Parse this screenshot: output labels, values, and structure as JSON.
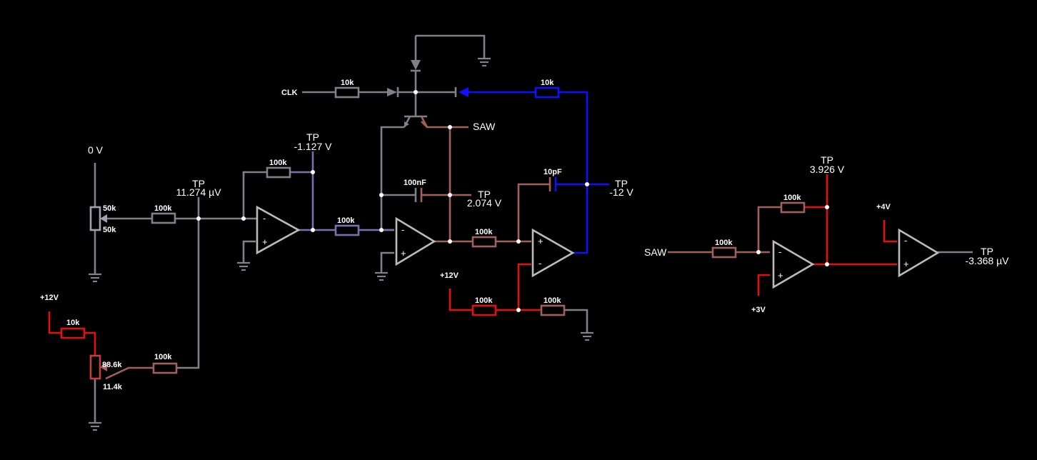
{
  "colors": {
    "background": "#000000",
    "gray": "#80808a",
    "red": "#e01010",
    "blue": "#1010ff",
    "mauve": "#a0605c",
    "lavender": "#7a70b0"
  },
  "labels": {
    "zero_v": "0 V",
    "clk": "CLK",
    "saw_top": "SAW",
    "saw_input": "SAW",
    "plus12_left": "+12V",
    "plus12_mid": "+12V",
    "plus4": "+4V",
    "plus3": "+3V"
  },
  "test_points": {
    "tp1": {
      "name": "TP",
      "value": "11.274 µV"
    },
    "tp2": {
      "name": "TP",
      "value": "-1.127 V"
    },
    "tp3": {
      "name": "TP",
      "value": "2.074 V"
    },
    "tp4": {
      "name": "TP",
      "value": "-12 V"
    },
    "tp5": {
      "name": "TP",
      "value": "3.926 V"
    },
    "tp6": {
      "name": "TP",
      "value": "-3.368 µV"
    }
  },
  "components": {
    "pot1_top": "50k",
    "pot1_bottom": "50k",
    "pot2_top": "88.6k",
    "pot2_bottom": "11.4k",
    "r_pot1": "100k",
    "r_pot2": "100k",
    "r_12v_left": "10k",
    "r_fb1": "100k",
    "r_mid": "100k",
    "c_integrator": "100nF",
    "r_clk": "10k",
    "r_fb_blue": "10k",
    "c_comp": "10pF",
    "r_comp_in": "100k",
    "r_12v_mid": "100k",
    "r_ground_mid": "100k",
    "r_saw_in": "100k",
    "r_fb_right": "100k"
  },
  "opamp_signs": {
    "minus": "-",
    "plus": "+"
  }
}
